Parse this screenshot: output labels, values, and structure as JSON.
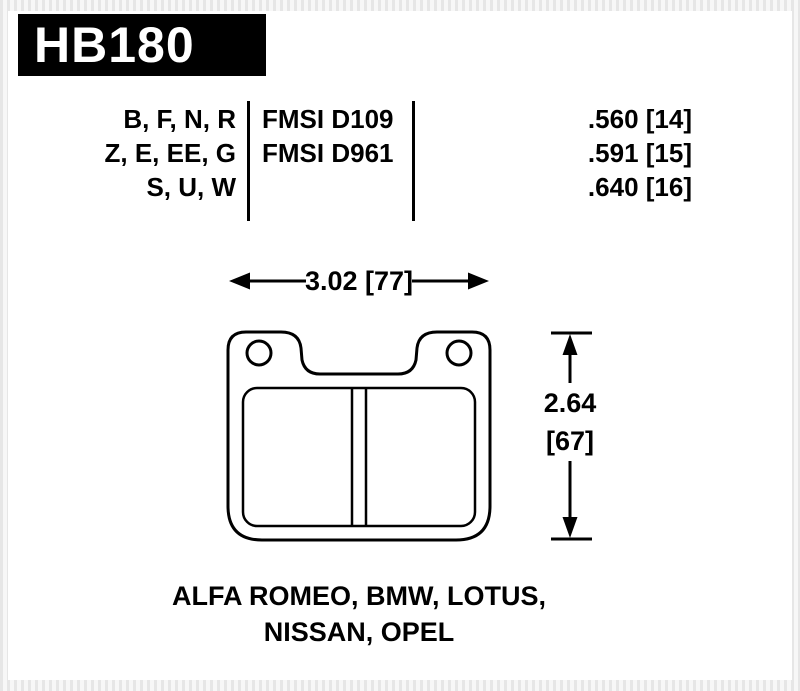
{
  "part": {
    "number": "HB180"
  },
  "spec_table": {
    "compounds": [
      "B, F, N, R",
      "Z, E, EE, G",
      "S, U, W"
    ],
    "fmsi": [
      "FMSI D109",
      "FMSI D961"
    ],
    "thickness": [
      ".560 [14]",
      ".591 [15]",
      ".640 [16]"
    ]
  },
  "dimensions": {
    "width": "3.02 [77]",
    "height_in": "2.64",
    "height_mm": "[67]"
  },
  "applications": [
    "ALFA ROMEO, BMW, LOTUS,",
    "NISSAN, OPEL"
  ],
  "colors": {
    "ink": "#000000",
    "paper": "#ffffff",
    "part_box_bg": "#000000",
    "part_box_text": "#ffffff"
  }
}
